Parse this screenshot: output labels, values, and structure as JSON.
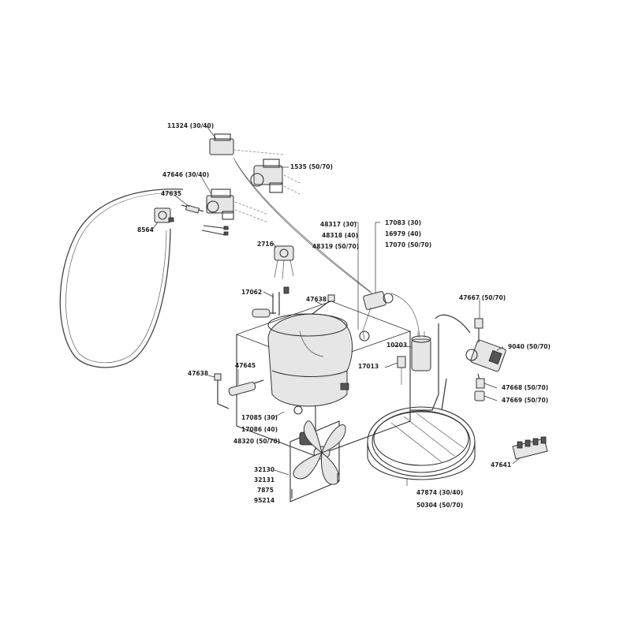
{
  "labels": {
    "l11324": "11324 (30/40)",
    "l1535": "1535 (50/70)",
    "l47646": "47646 (30/40)",
    "l47635": "47635",
    "l8564": "8564",
    "l2716": "2716",
    "l48317": "48317 (30)",
    "l48318": "48318 (40)",
    "l48319": "48319 (50/70)",
    "l17083": "17083 (30)",
    "l16979": "16979 (40)",
    "l17070": "17070 (50/70)",
    "l17062": "17062",
    "l47638a": "47638",
    "l47667": "47667 (50/70)",
    "l10203": "10203",
    "l9040": "9040 (50/70)",
    "l17013": "17013",
    "l47638b": "47638",
    "l47645": "47645",
    "l47668": "47668 (50/70)",
    "l47669": "47669 (50/70)",
    "l17085": "17085 (30)",
    "l17086": "17086 (40)",
    "l48320": "48320 (50/70)",
    "l47641": "47641",
    "l32130": "32130",
    "l32131": "32131",
    "l7875": "7875",
    "l95214": "95214",
    "l47874": "47874 (30/40)",
    "l50304": "50304 (50/70)"
  }
}
